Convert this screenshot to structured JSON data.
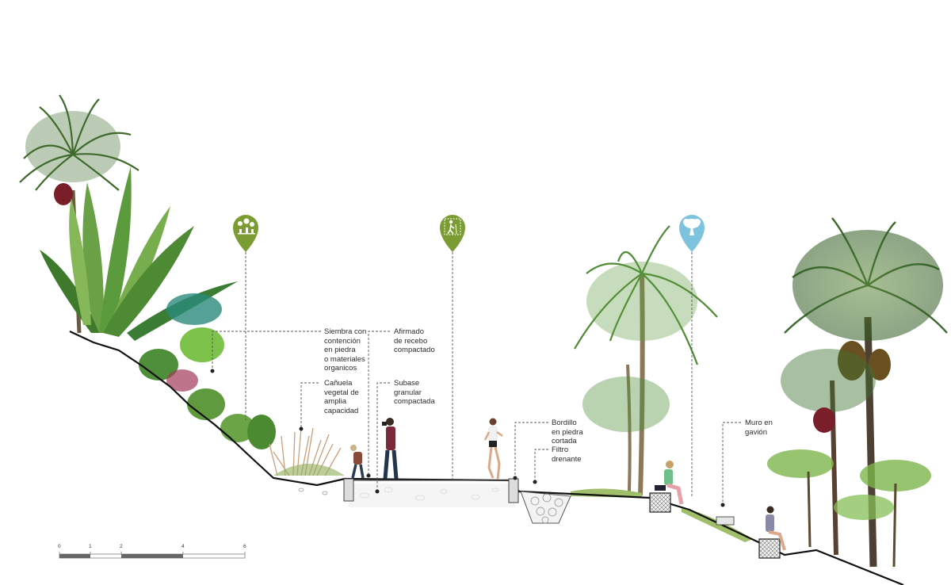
{
  "labels": {
    "siembra": [
      "Siembra con",
      "contención",
      "en piedra",
      "o materiales",
      "organicos"
    ],
    "canuela": [
      "Cañuela",
      "vegetal de",
      "amplia",
      "capacidad"
    ],
    "afirmado": [
      "Afirmado",
      "de recebo",
      "compactado"
    ],
    "subase": [
      "Subase",
      "granular",
      "compactada"
    ],
    "bordillo": [
      "Bordillo",
      "en piedra",
      "cortada"
    ],
    "filtro": [
      "Filtro",
      "drenante"
    ],
    "muro": [
      "Muro en",
      "gavión"
    ]
  },
  "markers": [
    {
      "icon": "plants-icon",
      "color": "#7a9c33"
    },
    {
      "icon": "hiker-icon",
      "color": "#7a9c33"
    },
    {
      "icon": "tree-icon",
      "color": "#7ec3de"
    }
  ],
  "scale": {
    "ticks": [
      "0",
      "1",
      "2",
      "4",
      "6"
    ]
  },
  "colors": {
    "green_marker": "#7a9c33",
    "blue_marker": "#7ec3de",
    "ground_line": "#111111"
  }
}
